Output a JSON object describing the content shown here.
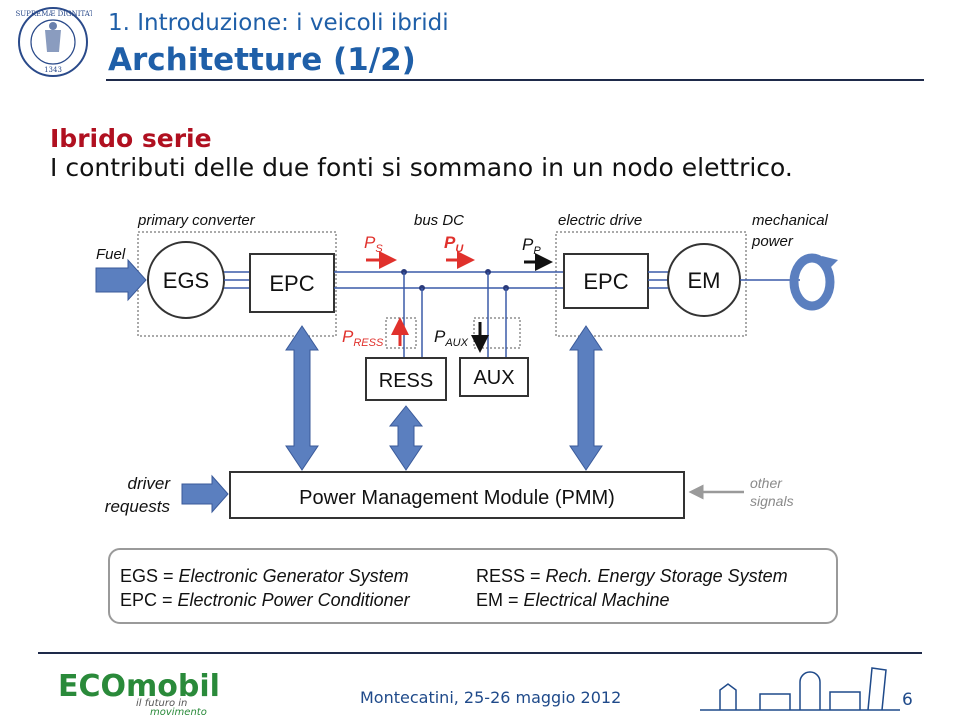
{
  "header": {
    "title_line1": "1. Introduzione: i veicoli ibridi",
    "title_line2": "Architetture (1/2)",
    "seal_text": "IN SUPREMÆ DIGNITATIS",
    "seal_year": "1343"
  },
  "content": {
    "subtitle": "Ibrido serie",
    "body": "I contributi delle due fonti si sommano in un nodo elettrico."
  },
  "diagram": {
    "label_primary_converter": "primary converter",
    "label_bus_dc": "bus DC",
    "label_electric_drive": "electric drive",
    "label_mechanical": "mechanical",
    "label_power": "power",
    "label_fuel": "Fuel",
    "block_egs": "EGS",
    "block_epc_left": "EPC",
    "block_epc_right": "EPC",
    "block_em": "EM",
    "block_ress": "RESS",
    "block_aux": "AUX",
    "pmm": "Power Management Module (PMM)",
    "driver_line1": "driver",
    "driver_line2": "requests",
    "other_line1": "other",
    "other_line2": "signals",
    "ps_main": "P",
    "ps_sub": "S",
    "pu_main": "P",
    "pu_sub": "U",
    "pp_main": "P",
    "pp_sub": "P",
    "press_main": "P",
    "press_sub": "RESS",
    "paux_main": "P",
    "paux_sub": "AUX",
    "colors": {
      "arrow_blue": "#5b7fbf",
      "arrow_red": "#e0312c",
      "line_blue": "#3a5aa8",
      "gray": "#9a9a9a"
    }
  },
  "legend": {
    "egs_key": "EGS = ",
    "egs_val": "Electronic Generator System",
    "epc_key": "EPC = ",
    "epc_val": "Electronic Power Conditioner",
    "ress_key": "RESS = ",
    "ress_val": "Rech. Energy Storage System",
    "em_key": "EM = ",
    "em_val": "Electrical Machine"
  },
  "footer": {
    "logo_brand": "ECOmobility",
    "logo_tagline_1": "il futuro in",
    "logo_tagline_2": "movimento",
    "event": "Montecatini, 25-26 maggio 2012",
    "page": "6"
  }
}
